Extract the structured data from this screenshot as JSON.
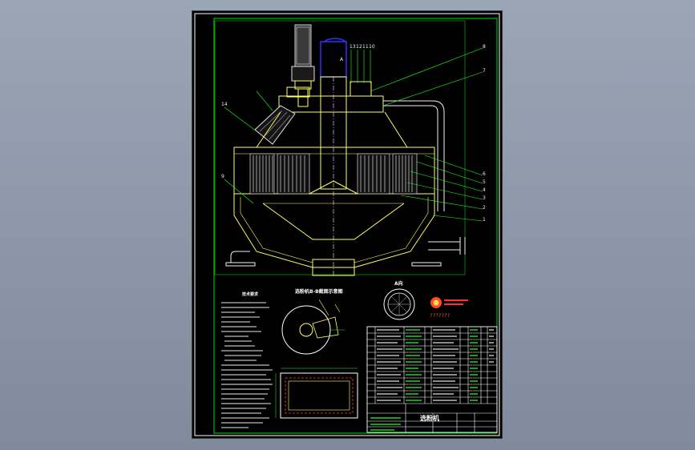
{
  "drawing": {
    "title_block_name": "选粉机",
    "section_a_label": "A",
    "view_a_label": "A向",
    "section_label": "选粉机B-B截面示意图",
    "balloons": [
      "8",
      "7",
      "6",
      "5",
      "4",
      "3",
      "2",
      "1",
      "13",
      "12",
      "11",
      "10",
      "14",
      "9"
    ],
    "notes_heading": "技术要求",
    "logo_text": "???????",
    "colors": {
      "frame": "#ffffff",
      "border_green": "#00e000",
      "machine_yellow": "#ffff66",
      "pipe_white": "#f0f0f0",
      "leader_green": "#22ff22",
      "hatch_gray": "#bdbdbd",
      "duct_blue": "#3030ff",
      "logo_red": "#ff3030"
    }
  }
}
